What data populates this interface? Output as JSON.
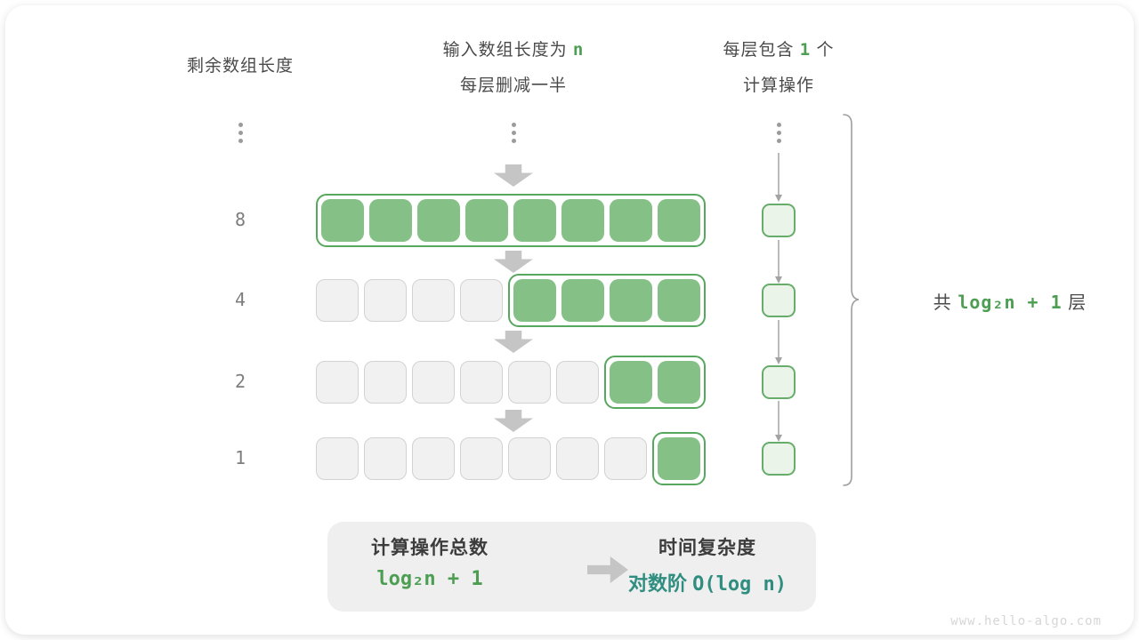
{
  "headers": {
    "left": "剩余数组长度",
    "middle": {
      "line1_prefix": "输入数组长度为",
      "line1_value": "n",
      "line2": "每层删减一半"
    },
    "right": {
      "line1_prefix": "每层包含",
      "line1_value": "1",
      "line1_suffix": "个",
      "line2": "计算操作"
    }
  },
  "rows": [
    {
      "label": "8",
      "empty_cells": 0,
      "filled_cells": 8
    },
    {
      "label": "4",
      "empty_cells": 4,
      "filled_cells": 4
    },
    {
      "label": "2",
      "empty_cells": 6,
      "filled_cells": 2
    },
    {
      "label": "1",
      "empty_cells": 7,
      "filled_cells": 1
    }
  ],
  "ops_column": {
    "count": 4
  },
  "brace": {
    "prefix": "共",
    "formula": "log₂n + 1",
    "suffix": "层"
  },
  "summary": {
    "left_title": "计算操作总数",
    "left_formula": "log₂n + 1",
    "right_title": "时间复杂度",
    "right_prefix": "对数阶",
    "right_formula": "O(log n)"
  },
  "watermark": "www.hello-algo.com",
  "colors": {
    "green_fill": "#85c187",
    "green_border": "#57a75e",
    "green_light_fill": "#eaf4e8",
    "green_text": "#4d9e53",
    "teal_text": "#2f8e80",
    "gray_cell_fill": "#f1f1f1",
    "gray_cell_border": "#d2d2d2",
    "arrow_gray": "#c5c5c5",
    "line_gray": "#a3a3a3",
    "summary_bg": "#efefef"
  }
}
